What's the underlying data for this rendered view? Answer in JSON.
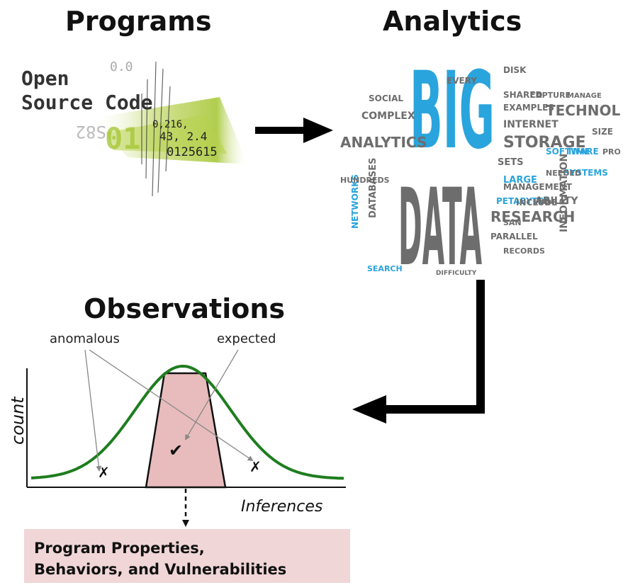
{
  "titles": {
    "programs": "Programs",
    "analytics": "Analytics",
    "observations": "Observations"
  },
  "source_image": {
    "line1": "Open",
    "line2": "Source Code",
    "code_fragments": [
      "0,216,",
      "43, 2.4",
      "0125615",
      "S82",
      "0.0",
      "01"
    ]
  },
  "word_cloud": {
    "big": "BIG",
    "data": "DATA",
    "words": [
      "ANALYTICS",
      "STORAGE",
      "TECHNOLOGIES",
      "INTERNET",
      "COMPLEX",
      "INFORMATION",
      "DATABASES",
      "NETWORKS",
      "SOFTWARE",
      "SIZE",
      "LARGE",
      "SYSTEMS",
      "RESEARCH",
      "PARALLEL",
      "SETS",
      "EXAMPLES",
      "SOCIAL",
      "SEARCH",
      "HUNDREDS",
      "PETABYTES",
      "MANAGEMENT",
      "INCLUDE",
      "ABILITY",
      "TIME",
      "DISK",
      "SHARED",
      "EVERY",
      "NEEDED",
      "RECORDS",
      "SAN",
      "DIFFICULTY",
      "PROCESS",
      "MANAGE",
      "CAPTURE"
    ]
  },
  "chart": {
    "ylabel": "count",
    "xlabel": "Inferences",
    "label_anomalous": "anomalous",
    "label_expected": "expected",
    "mark_check": "✔",
    "mark_x": "✗"
  },
  "result": {
    "text": "Program Properties,\nBehaviors, and Vulnerabilities"
  },
  "colors": {
    "curve": "#1e7d1e",
    "highlight_fill": "#e8bcbc",
    "result_fill": "#f0d6d6",
    "cloud_blue": "#2aa4dc",
    "cloud_gray": "#6d6d6d",
    "code_green": "#a8c83a"
  }
}
